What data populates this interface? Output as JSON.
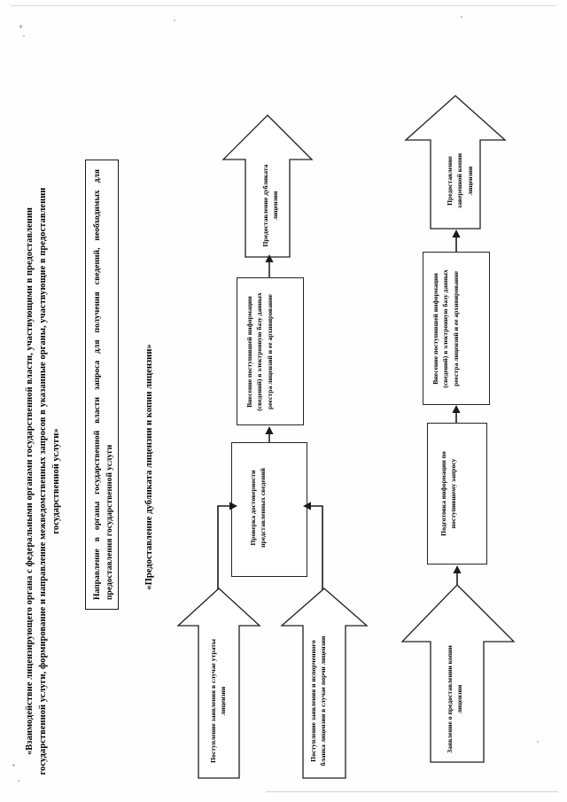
{
  "document": {
    "title_heading": "«Взаимодействие лицензирующего органа с федеральными органами государственной власти, участвующими в предоставлении государственной услуги, формирование и направление межведомственных запросов в указанные органы, участвующие в предоставлении государственной услуги»",
    "note_box_text": "Направление в органы государственной власти запроса для получения сведений, необходимых для предоставления государственной услуги",
    "section_label": "«Предоставление дубликата лицензии и копии лицензии»"
  },
  "flowchart": {
    "type": "process-flow-diagram",
    "orientation": "rotated-90-counterclockwise",
    "nodes": [
      {
        "id": "out-duplicate",
        "shape": "block-arrow-up",
        "label": "Предоставление дубликата лицензии"
      },
      {
        "id": "out-certified-copy",
        "shape": "block-arrow-up",
        "label": "Предоставление заверенной копии лицензии"
      },
      {
        "id": "proc-archive-left",
        "shape": "rectangle",
        "label": "Внесение поступившей информации (сведений) в электронную базу данных реестра лицензий и ее архивирование"
      },
      {
        "id": "proc-archive-right",
        "shape": "rectangle",
        "label": "Внесение поступившей информации (сведений) в электронную базу данных реестра лицензий и ее архивирование"
      },
      {
        "id": "proc-verify",
        "shape": "rectangle",
        "label": "Проверка достоверности представленных сведений"
      },
      {
        "id": "proc-prepare",
        "shape": "rectangle",
        "label": "Подготовка информации по поступившему запросу"
      },
      {
        "id": "in-loss",
        "shape": "block-arrow-up",
        "label": "Поступление заявления в случае утраты лицензии"
      },
      {
        "id": "in-damage",
        "shape": "block-arrow-up",
        "label": "Поступление заявления и испорченного бланка лицензии в случае порчи лицензии"
      },
      {
        "id": "in-copy-request",
        "shape": "block-arrow-up",
        "label": "Заявление о предоставлении копии лицензии"
      }
    ],
    "edges": [
      {
        "from": "in-loss",
        "to": "proc-verify"
      },
      {
        "from": "in-damage",
        "to": "proc-verify"
      },
      {
        "from": "proc-verify",
        "to": "proc-archive-left"
      },
      {
        "from": "proc-archive-left",
        "to": "out-duplicate"
      },
      {
        "from": "in-copy-request",
        "to": "proc-prepare"
      },
      {
        "from": "proc-prepare",
        "to": "proc-archive-right"
      },
      {
        "from": "proc-archive-right",
        "to": "out-certified-copy"
      }
    ]
  },
  "colors": {
    "ink": "#1a1a1a",
    "paper": "#ffffff"
  }
}
